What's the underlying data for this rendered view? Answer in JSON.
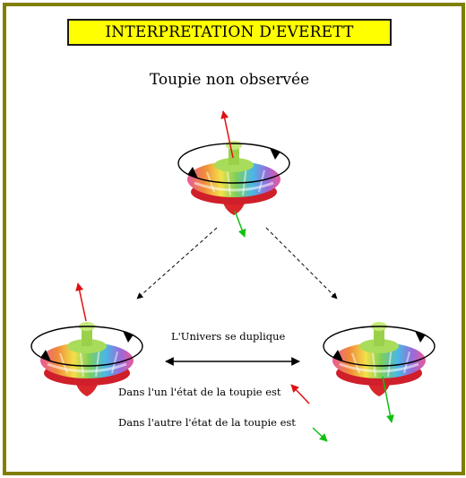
{
  "title": "INTERPRETATION D'EVERETT",
  "heading": "Toupie non observée",
  "captions": {
    "duplicate": "L'Univers se duplique",
    "state_one": "Dans l'un l'état de la toupie est",
    "state_other": "Dans l'autre l'état de la toupie est"
  },
  "colors": {
    "frame": "#808000",
    "title_background": "#ffff00",
    "spin_up_arrow": "#e01010",
    "spin_down_arrow": "#10c010"
  },
  "tops": [
    {
      "name": "unobserved-top",
      "spin_states": [
        "up",
        "down"
      ]
    },
    {
      "name": "left-branch-top",
      "spin_states": [
        "up"
      ]
    },
    {
      "name": "right-branch-top",
      "spin_states": [
        "down"
      ]
    }
  ]
}
